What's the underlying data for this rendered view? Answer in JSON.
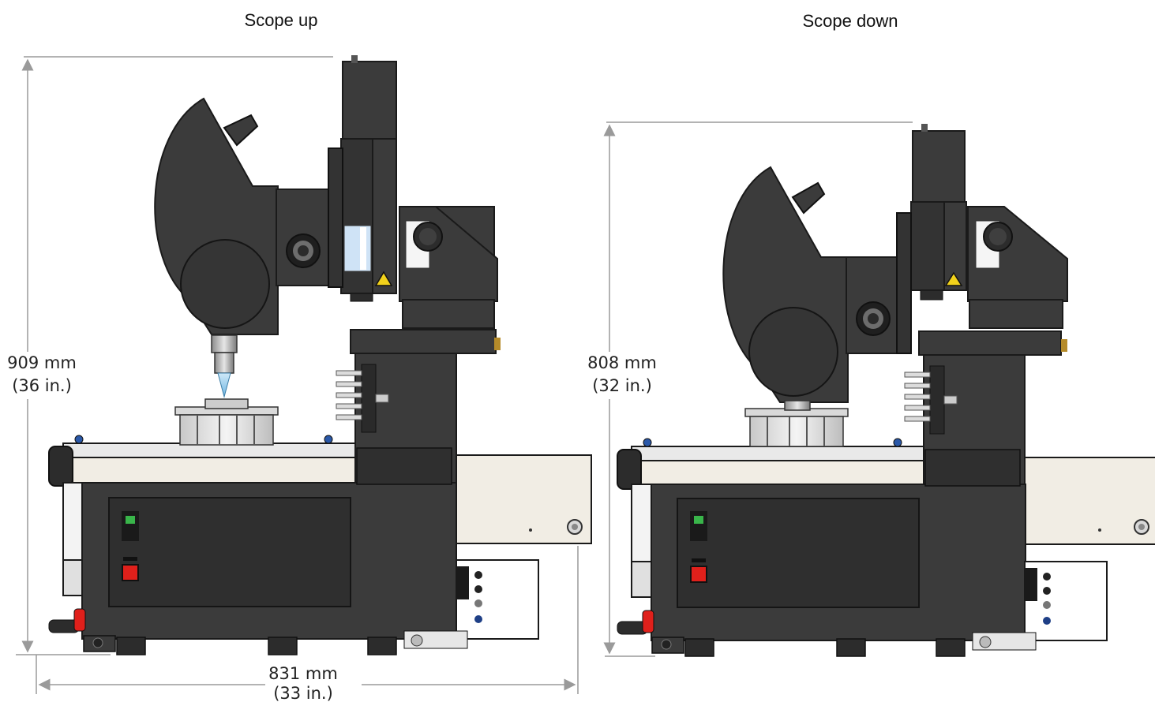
{
  "views": [
    {
      "caption": "Scope up",
      "height_mm": "909 mm",
      "height_in": "(36 in.)"
    },
    {
      "caption": "Scope down",
      "height_mm": "808 mm",
      "height_in": "(32 in.)"
    }
  ],
  "width_dimension": {
    "mm": "831 mm",
    "in": "(33 in.)"
  },
  "colors": {
    "body": "#3b3b3b",
    "body_dark": "#2c2c2c",
    "edge": "#1a1a1a",
    "tray": "#f1ede4",
    "dimension_line": "#9a9a9a",
    "warning": "#f2d21b",
    "power_button": "#e0201b",
    "switch_green": "#39b54a",
    "lens_tip": "#9fd2f0"
  }
}
